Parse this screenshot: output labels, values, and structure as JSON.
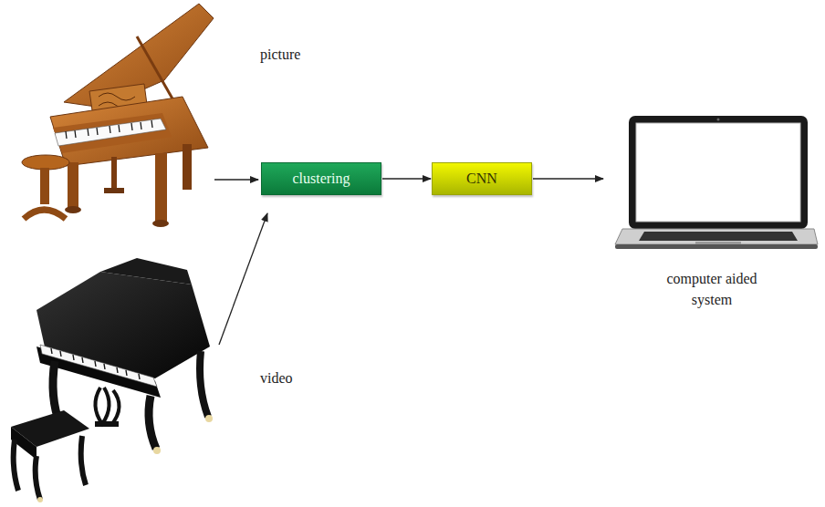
{
  "diagram": {
    "nodes": [
      {
        "text": [
          "clustering"
        ]
      },
      {
        "text": [
          "CNN"
        ]
      },
      {
        "text": [
          "computer aided system"
        ]
      }
    ],
    "edges": [
      {
        "from": 0,
        "to": 1,
        "arrow": "to"
      },
      {
        "from": 1,
        "to": 2,
        "arrow": "to"
      }
    ],
    "labels": [
      "picture",
      "video"
    ]
  }
}
